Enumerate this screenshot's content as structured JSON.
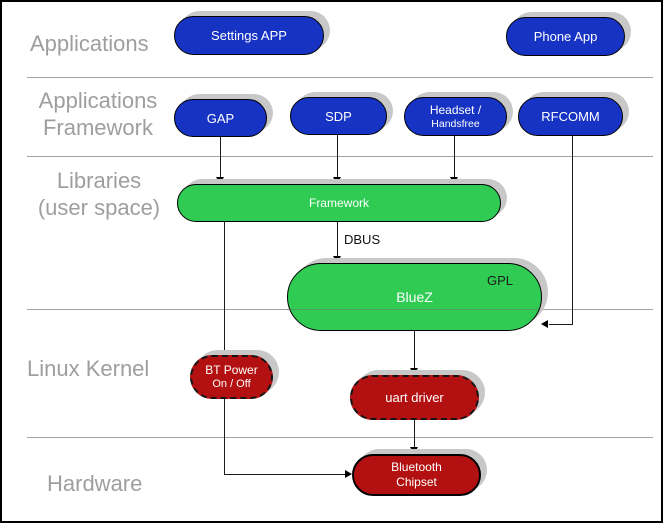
{
  "colors": {
    "blue": "#1733c4",
    "green": "#2fcb53",
    "red_dark": "#b31111",
    "shadow": "#c8c8c8",
    "gray_label": "#9e9e9e",
    "divider": "#a0a0a0"
  },
  "layers": [
    {
      "lines": [
        "Applications"
      ]
    },
    {
      "lines": [
        "Applications",
        "Framework"
      ]
    },
    {
      "lines": [
        "Libraries",
        "(user space)"
      ]
    },
    {
      "lines": [
        "Linux Kernel"
      ]
    },
    {
      "lines": [
        "Hardware"
      ]
    }
  ],
  "nodes": {
    "settings_app": {
      "label": "Settings APP"
    },
    "phone_app": {
      "label": "Phone App"
    },
    "gap": {
      "label": "GAP"
    },
    "sdp": {
      "label": "SDP"
    },
    "headset": {
      "line1": "Headset /",
      "line2": "Handsfree"
    },
    "rfcomm": {
      "label": "RFCOMM"
    },
    "framework": {
      "label": "Framework"
    },
    "bluez": {
      "label": "BlueZ",
      "badge": "GPL"
    },
    "bt_power": {
      "line1": "BT Power",
      "line2": "On / Off"
    },
    "uart_driver": {
      "label": "uart driver"
    },
    "bluetooth_chipset": {
      "line1": "Bluetooth",
      "line2": "Chipset"
    }
  },
  "edges": {
    "dbus_label": "DBUS"
  }
}
